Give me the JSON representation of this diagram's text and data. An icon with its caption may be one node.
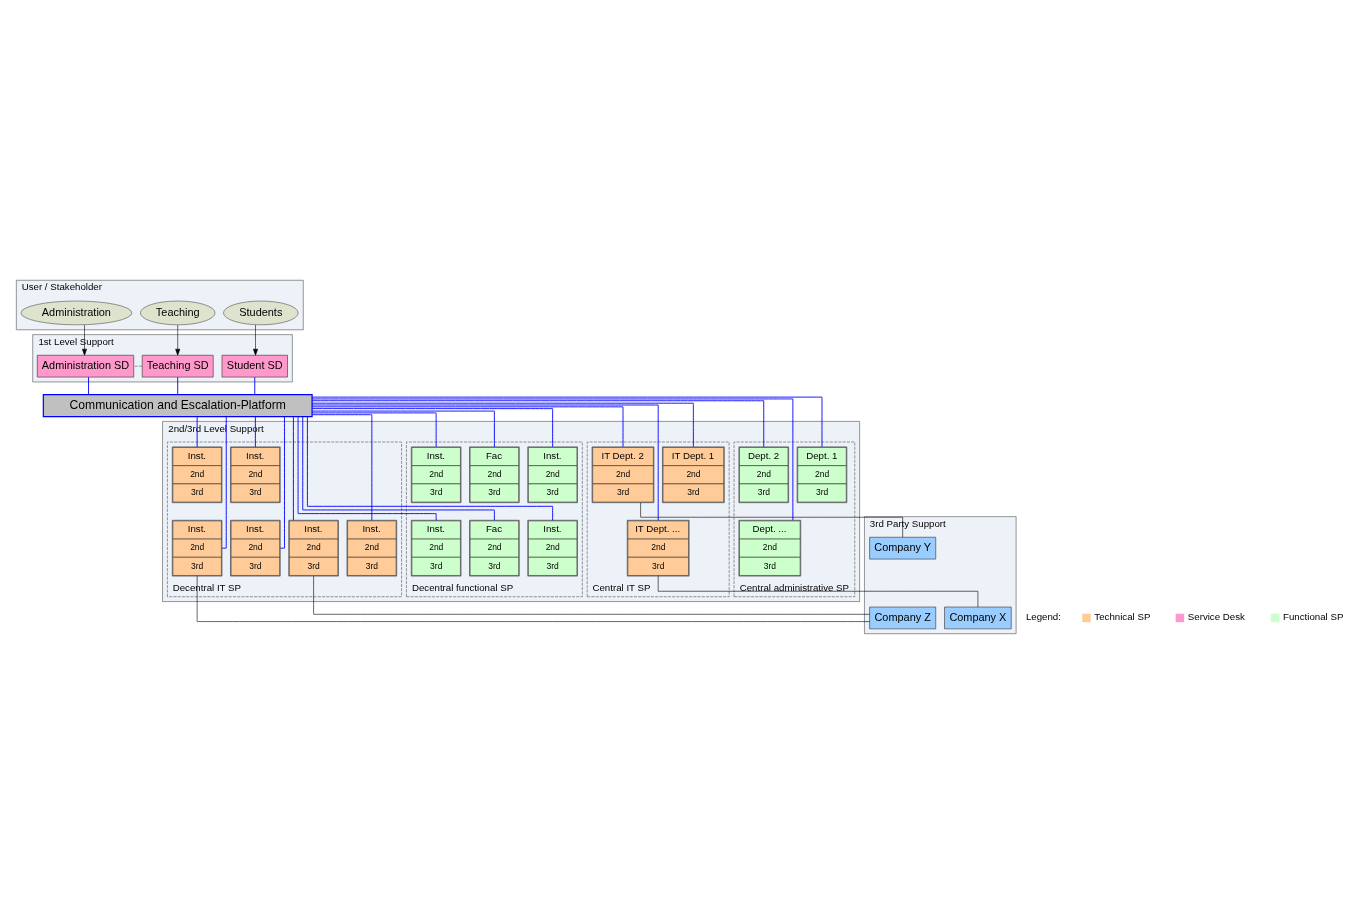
{
  "diagram": {
    "nodes": [
      {
        "text": [
          "User / Stakeholder"
        ]
      },
      {
        "text": [
          "Students"
        ],
        "in": 0
      },
      {
        "text": [
          "Teaching"
        ],
        "in": 0
      },
      {
        "text": [
          "Administration"
        ],
        "in": 0
      },
      {
        "text": [
          "1st Level Support"
        ]
      },
      {
        "text": [
          "Student SD"
        ],
        "in": 4
      },
      {
        "text": [
          "Teaching SD"
        ],
        "in": 4
      },
      {
        "text": [
          "Administration SD"
        ],
        "in": 4
      },
      {
        "text": [
          "Communication and Escalation-Platform"
        ]
      },
      {
        "text": [
          "2nd/3rd Level Support"
        ]
      },
      {
        "text": [
          "Central IT SP"
        ],
        "in": 9
      },
      {
        "text": [
          "IT Dept. 1",
          "2nd",
          "3rd"
        ],
        "in": 10
      },
      {
        "text": [
          "IT Dept. 2",
          "2nd",
          "3rd"
        ],
        "in": 10
      },
      {
        "text": [
          "IT Dept. ...",
          "2nd",
          "3rd"
        ],
        "in": 10
      },
      {
        "text": [
          "Decentral IT SP"
        ],
        "in": 9
      },
      {
        "text": [
          "Inst.",
          "2nd",
          "3rd"
        ],
        "in": 14
      },
      {
        "text": [
          "Inst.",
          "2nd",
          "3rd"
        ],
        "in": 14
      },
      {
        "text": [
          "Inst.",
          "2nd",
          "3rd"
        ],
        "in": 14
      },
      {
        "text": [
          "Inst.",
          "2nd",
          "3rd"
        ],
        "in": 14
      },
      {
        "text": [
          "Inst.",
          "2nd",
          "3rd"
        ],
        "in": 14
      },
      {
        "text": [
          "Inst.",
          "2nd",
          "3rd"
        ],
        "in": 14
      },
      {
        "text": [
          "Central administrative SP"
        ],
        "in": 9
      },
      {
        "text": [
          "Dept. 1",
          "2nd",
          "3rd"
        ],
        "in": 21
      },
      {
        "text": [
          "Dept. 2",
          "2nd",
          "3rd"
        ],
        "in": 21
      },
      {
        "text": [
          "Dept. ...",
          "2nd",
          "3rd"
        ],
        "in": 21
      },
      {
        "text": [
          "Decentral functional SP"
        ],
        "in": 9
      },
      {
        "text": [
          "Inst.",
          "2nd",
          "3rd"
        ],
        "in": 25
      },
      {
        "text": [
          "Fac",
          "2nd",
          "3rd"
        ],
        "in": 25
      },
      {
        "text": [
          "Inst.",
          "2nd",
          "3rd"
        ],
        "in": 25
      },
      {
        "text": [
          "Inst.",
          "2nd",
          "3rd"
        ],
        "in": 25
      },
      {
        "text": [
          "Fac",
          "2nd",
          "3rd"
        ],
        "in": 25
      },
      {
        "text": [
          "Inst.",
          "2nd",
          "3rd"
        ],
        "in": 25
      },
      {
        "text": [
          "3rd Party Support"
        ]
      },
      {
        "text": [
          "Company X"
        ],
        "in": 32
      },
      {
        "text": [
          "Company Y"
        ],
        "in": 32
      },
      {
        "text": [
          "Company Z"
        ],
        "in": 32
      }
    ],
    "edges": [
      {
        "from": 1,
        "to": 5,
        "arrow": "to",
        "color": "#000000"
      },
      {
        "from": 2,
        "to": 6,
        "arrow": "to",
        "color": "#000000"
      },
      {
        "from": 3,
        "to": 7,
        "arrow": "to",
        "color": "#000000"
      },
      {
        "from": 6,
        "to": 7,
        "arrow": "none",
        "style": "dashed",
        "color": "#555555"
      },
      {
        "from": 5,
        "to": 8,
        "arrow": "none"
      },
      {
        "from": 6,
        "to": 8,
        "arrow": "none"
      },
      {
        "from": 7,
        "to": 8,
        "arrow": "none"
      },
      {
        "from": 8,
        "to": 11,
        "arrow": "none"
      },
      {
        "from": 8,
        "to": 13,
        "arrow": "none"
      },
      {
        "from": 8,
        "to": 12,
        "arrow": "none"
      },
      {
        "from": 8,
        "to": 15,
        "arrow": "none"
      },
      {
        "from": 8,
        "to": 18,
        "arrow": "none"
      },
      {
        "from": 8,
        "to": 16,
        "arrow": "none"
      },
      {
        "from": 8,
        "to": 19,
        "arrow": "none"
      },
      {
        "from": 8,
        "to": 20,
        "arrow": "none"
      },
      {
        "from": 8,
        "to": 17,
        "arrow": "none"
      },
      {
        "from": 8,
        "to": 22,
        "arrow": "none"
      },
      {
        "from": 8,
        "to": 24,
        "arrow": "none"
      },
      {
        "from": 8,
        "to": 23,
        "arrow": "none"
      },
      {
        "from": 8,
        "to": 26,
        "arrow": "none"
      },
      {
        "from": 8,
        "to": 29,
        "arrow": "none"
      },
      {
        "from": 8,
        "to": 27,
        "arrow": "none"
      },
      {
        "from": 8,
        "to": 30,
        "arrow": "none"
      },
      {
        "from": 8,
        "to": 31,
        "arrow": "none"
      },
      {
        "from": 8,
        "to": 28,
        "arrow": "none"
      },
      {
        "from": 13,
        "to": 33,
        "arrow": "none",
        "color": "#000000"
      },
      {
        "from": 12,
        "to": 34,
        "arrow": "none",
        "color": "#000000"
      },
      {
        "from": 19,
        "to": 35,
        "arrow": "none",
        "color": "#000000"
      },
      {
        "from": 17,
        "to": 35,
        "arrow": "none",
        "color": "#000000"
      }
    ],
    "labels": [
      "Legend:"
    ],
    "legend": [
      {
        "text": "Technical SP",
        "color": "#ffcc99"
      },
      {
        "text": "Service Desk",
        "color": "#ff99cc"
      },
      {
        "text": "Functional SP",
        "color": "#ccffcc"
      }
    ]
  }
}
